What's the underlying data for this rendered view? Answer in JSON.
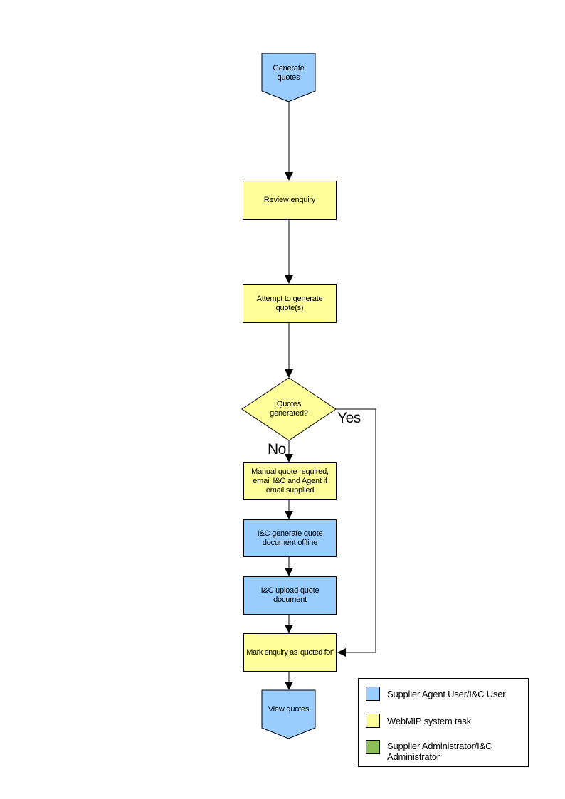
{
  "colors": {
    "actor_blue": "#99CCFF",
    "task_yellow": "#FFFF99",
    "admin_green": "#8DBE57",
    "line": "#000000"
  },
  "flowchart": {
    "nodes": {
      "generate_quotes": {
        "label": "Generate quotes",
        "shape": "pentagon-down",
        "color": "#99CCFF"
      },
      "review_enquiry": {
        "label": "Review enquiry",
        "shape": "rect",
        "color": "#FFFF99"
      },
      "attempt_generate": {
        "label": "Attempt to generate quote(s)",
        "shape": "rect",
        "color": "#FFFF99"
      },
      "quotes_generated": {
        "label": "Quotes generated?",
        "shape": "diamond",
        "color": "#FFFF99"
      },
      "manual_quote": {
        "label": "Manual quote required, email I&C and Agent if email supplied",
        "shape": "rect",
        "color": "#FFFF99"
      },
      "generate_offline": {
        "label": "I&C generate quote document offline",
        "shape": "rect",
        "color": "#99CCFF"
      },
      "upload_document": {
        "label": "I&C upload quote document",
        "shape": "rect",
        "color": "#99CCFF"
      },
      "mark_quoted": {
        "label": "Mark enquiry as 'quoted for'",
        "shape": "rect",
        "color": "#FFFF99"
      },
      "view_quotes": {
        "label": "View quotes",
        "shape": "pentagon-down",
        "color": "#99CCFF"
      }
    },
    "branch_labels": {
      "yes": "Yes",
      "no": "No"
    }
  },
  "legend": {
    "items": [
      {
        "label": "Supplier Agent User/I&C User",
        "color": "#99CCFF"
      },
      {
        "label": "WebMIP system task",
        "color": "#FFFF99"
      },
      {
        "label": "Supplier Administrator/I&C Administrator",
        "color": "#8DBE57"
      }
    ]
  }
}
